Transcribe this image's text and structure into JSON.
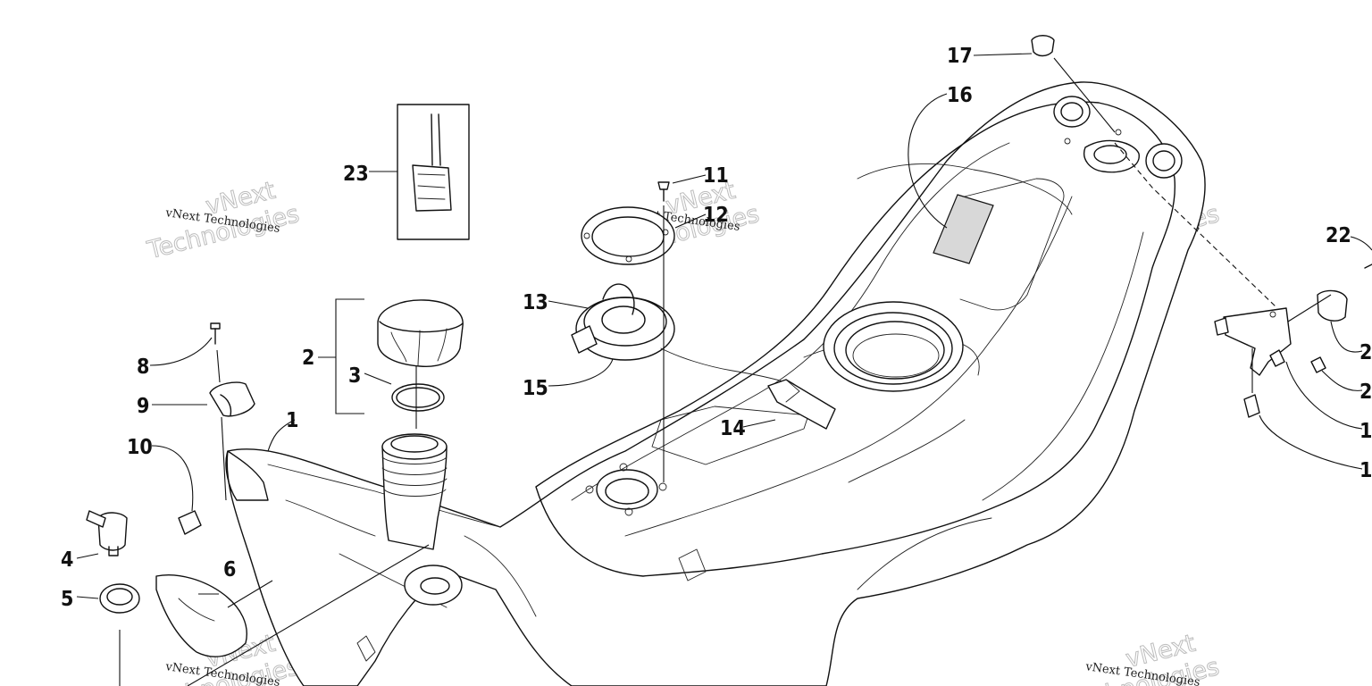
{
  "diagram": {
    "callouts": [
      {
        "label": "1"
      },
      {
        "label": "2"
      },
      {
        "label": "3"
      },
      {
        "label": "4"
      },
      {
        "label": "5"
      },
      {
        "label": "6"
      },
      {
        "label": "8"
      },
      {
        "label": "9"
      },
      {
        "label": "10"
      },
      {
        "label": "11"
      },
      {
        "label": "12"
      },
      {
        "label": "13"
      },
      {
        "label": "14"
      },
      {
        "label": "15"
      },
      {
        "label": "16"
      },
      {
        "label": "17"
      },
      {
        "label": "22"
      },
      {
        "label": "23"
      },
      {
        "label": "2"
      },
      {
        "label": "2"
      },
      {
        "label": "1"
      },
      {
        "label": "1"
      }
    ]
  },
  "watermark": {
    "text": "vNext Technologies",
    "word_top": "vNext",
    "word_bottom": "Technologies"
  }
}
